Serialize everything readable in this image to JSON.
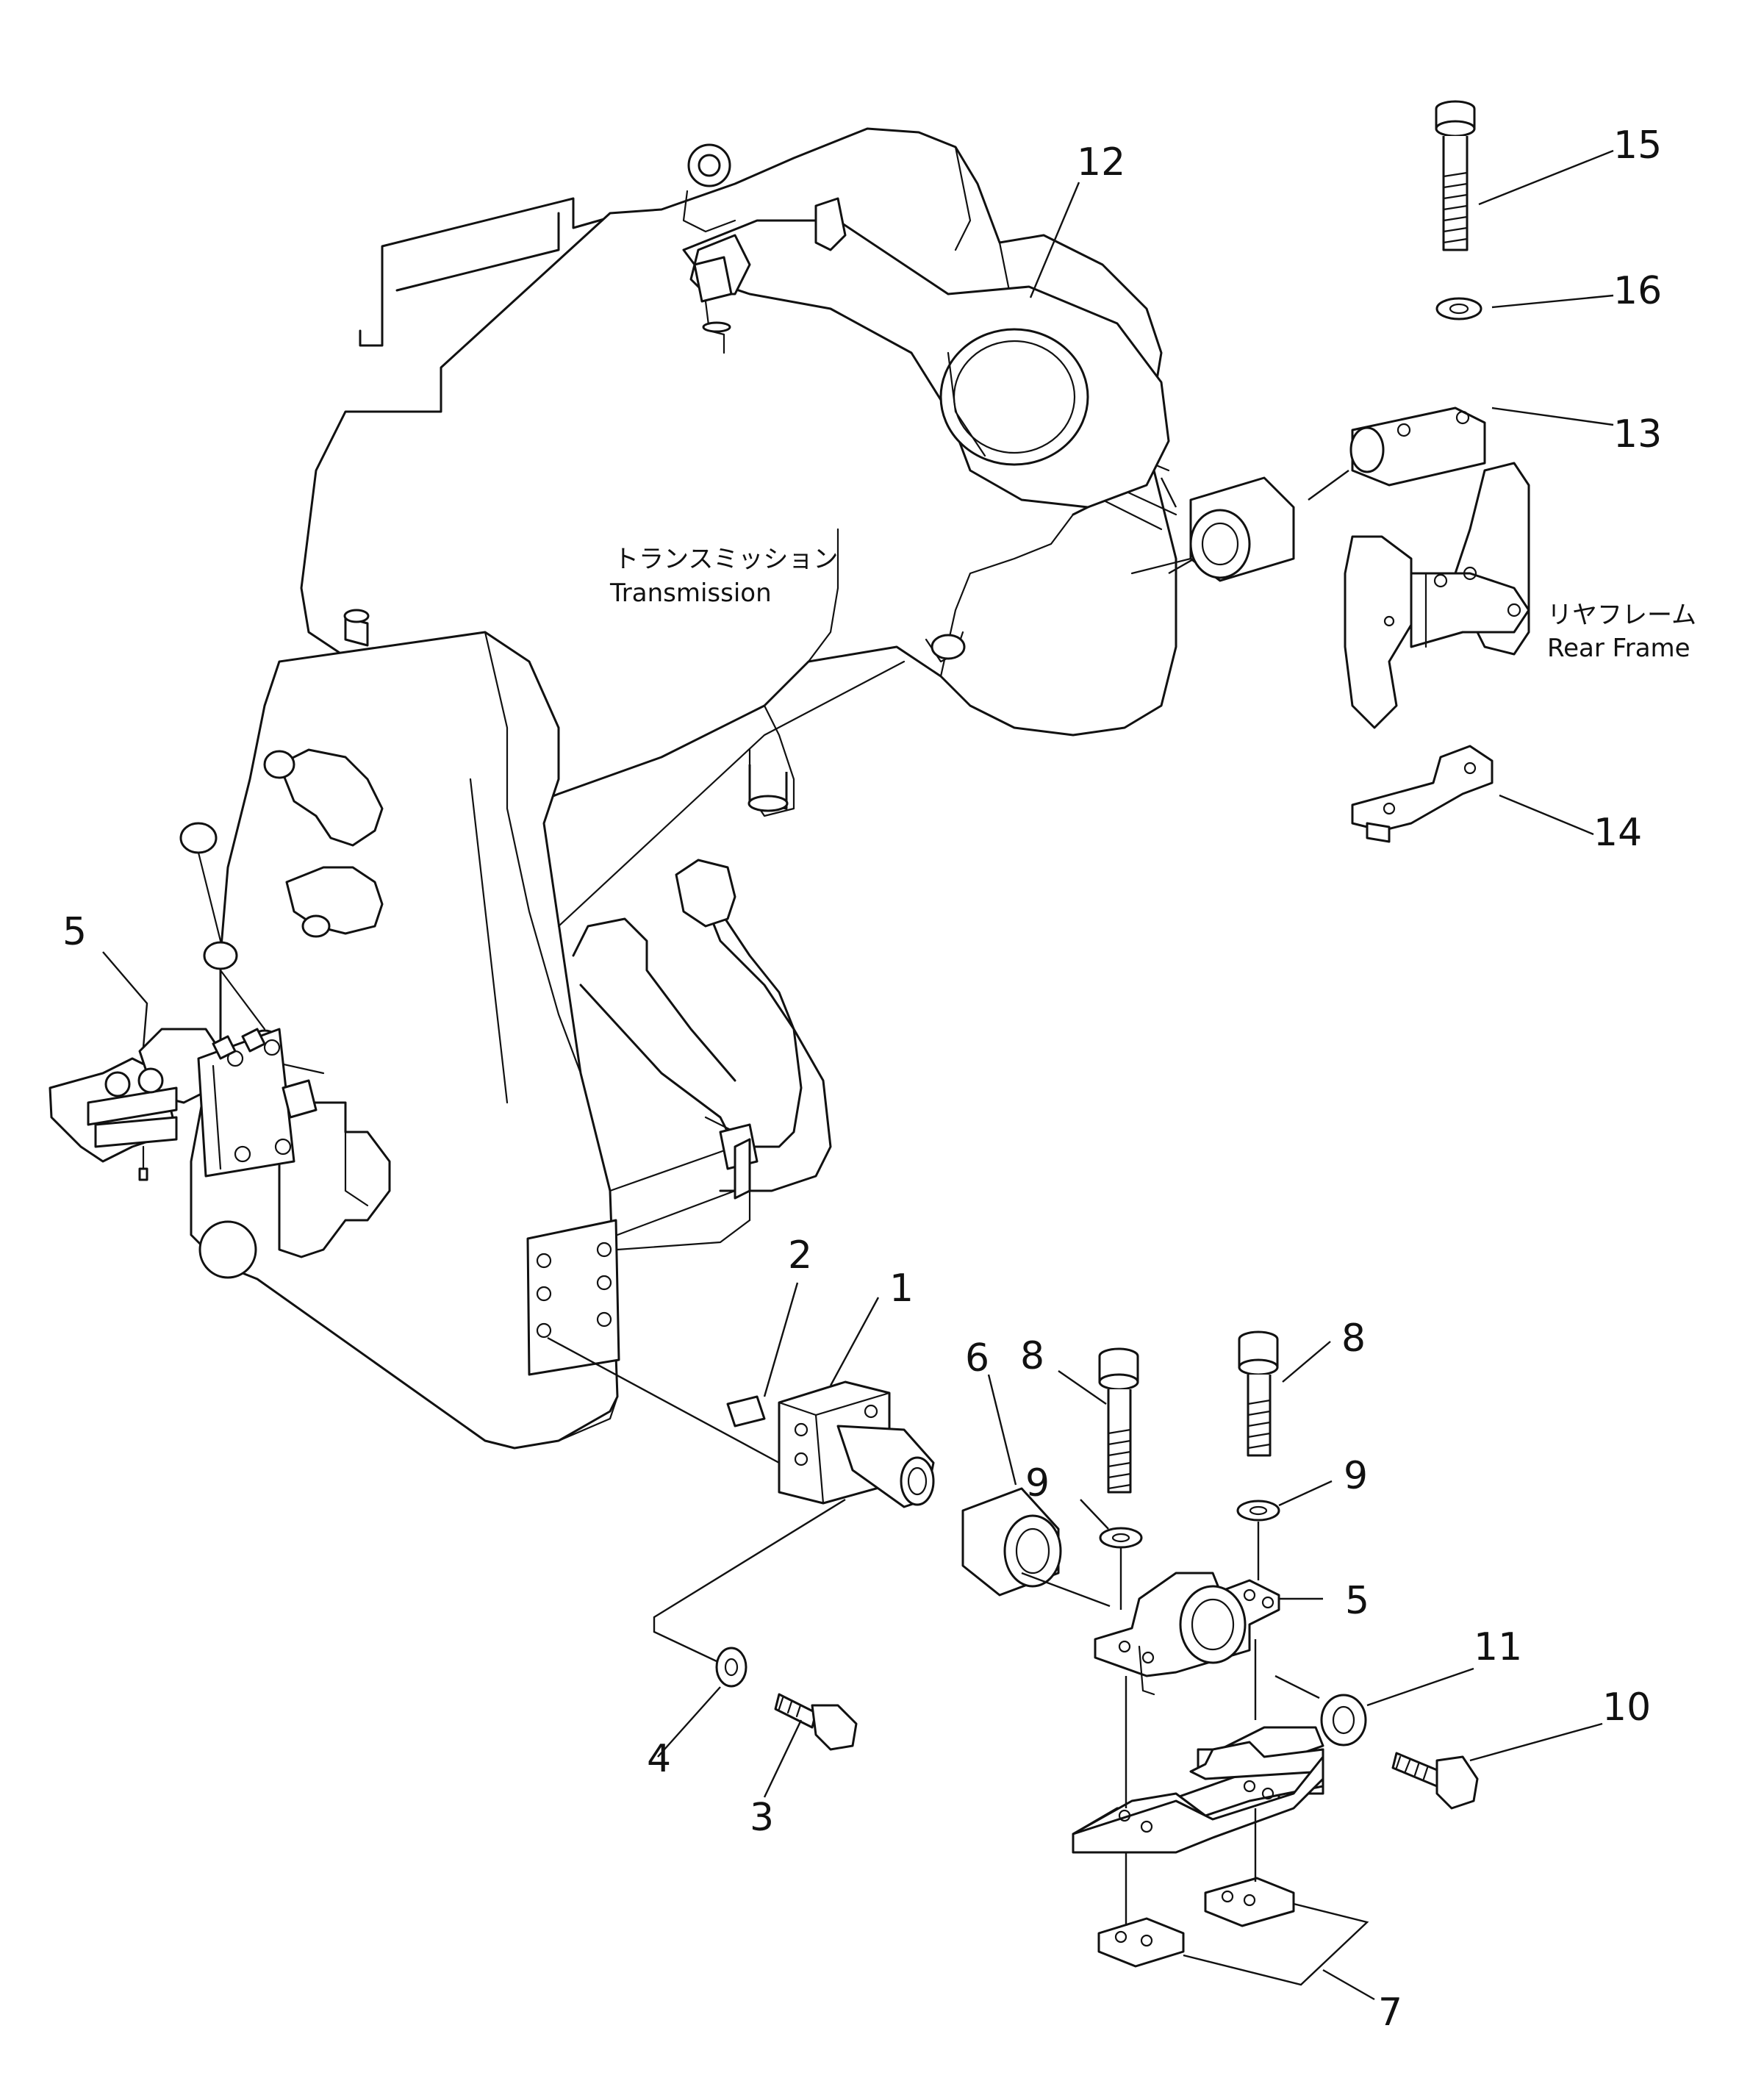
{
  "labels": {
    "transmission_jp": "トランスミッション",
    "transmission_en": "Transmission",
    "rear_frame_jp": "リヤフレーム",
    "rear_frame_en": "Rear Frame"
  },
  "callouts": {
    "c1": "1",
    "c2": "2",
    "c3": "3",
    "c4": "4",
    "c5_left": "5",
    "c5_right": "5",
    "c6": "6",
    "c7": "7",
    "c8_left": "8",
    "c8_right": "8",
    "c9_left": "9",
    "c9_right": "9",
    "c10": "10",
    "c11": "11",
    "c12": "12",
    "c13": "13",
    "c14": "14",
    "c15": "15",
    "c16": "16"
  }
}
